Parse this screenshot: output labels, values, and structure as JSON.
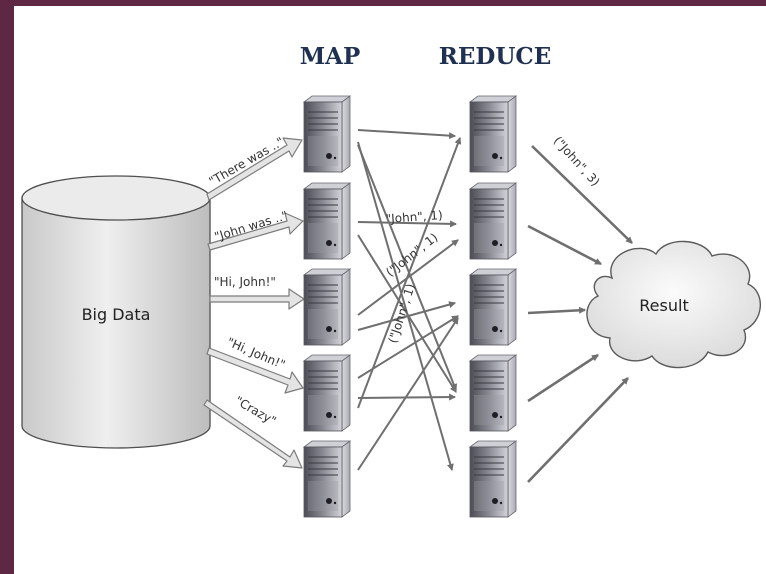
{
  "headers": {
    "map": "MAP",
    "reduce": "REDUCE"
  },
  "source": {
    "label": "Big Data"
  },
  "result": {
    "label": "Result"
  },
  "inputs": [
    "\"There was ..\"",
    "\"John was ..\"",
    "\"Hi, John!\"",
    "\"Hi, John!\"",
    "\"Crazy\""
  ],
  "pairs": {
    "john_1_a": "\"John\", 1)",
    "john_1_b": "(\"John\", 1)",
    "john_1_c": "(\"John\", 1)",
    "john_3": "(\"John\", 3)"
  },
  "colors": {
    "frame": "#5e2743",
    "header": "#1f3050",
    "arrow": "#6f6f6f",
    "input_arrow_fill": "#e4e4e4",
    "cylinder": "#e3e3e3"
  },
  "icons": {
    "server": "server-icon",
    "cloud": "cloud-icon",
    "database": "database-cylinder-icon"
  }
}
